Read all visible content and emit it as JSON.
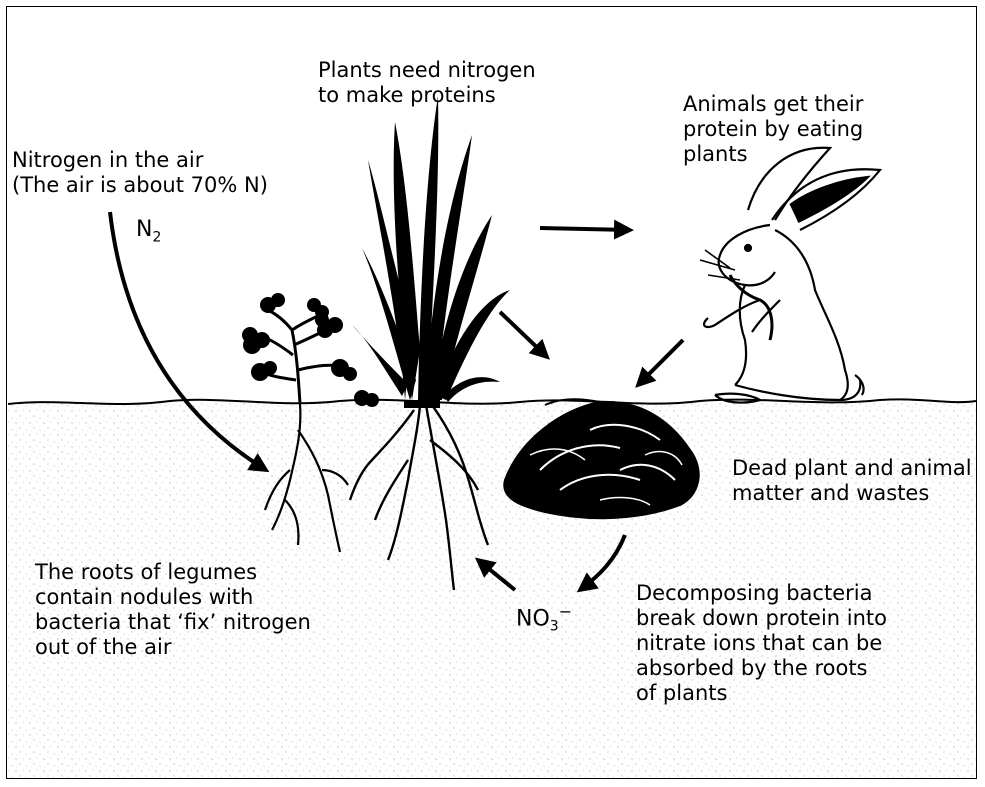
{
  "labels": {
    "plants_need": "Plants need nitrogen\nto make proteins",
    "animals_get": "Animals get their\nprotein by eating\nplants",
    "nitrogen_air": "Nitrogen in the air\n(The air is about 70% N)",
    "dead_matter": "Dead plant and animal\nmatter and wastes",
    "roots_legumes": "The roots of legumes\ncontain nodules with\nbacteria that ‘fix’ nitrogen\nout of the air",
    "decomposing": "Decomposing bacteria\nbreak down protein into\nnitrate ions that can be\nabsorbed by the roots\nof plants"
  },
  "formulas": {
    "n2": {
      "base": "N",
      "sub": "2"
    },
    "no3": {
      "base": "NO",
      "sub": "3",
      "sup": "−"
    }
  },
  "icons": [
    "legume-plant-icon",
    "grass-plant-icon",
    "rabbit-icon",
    "dead-matter-pile-icon"
  ],
  "colors": {
    "ink": "#000000",
    "soil_speckle": "#9a9a9a",
    "background": "#ffffff"
  }
}
